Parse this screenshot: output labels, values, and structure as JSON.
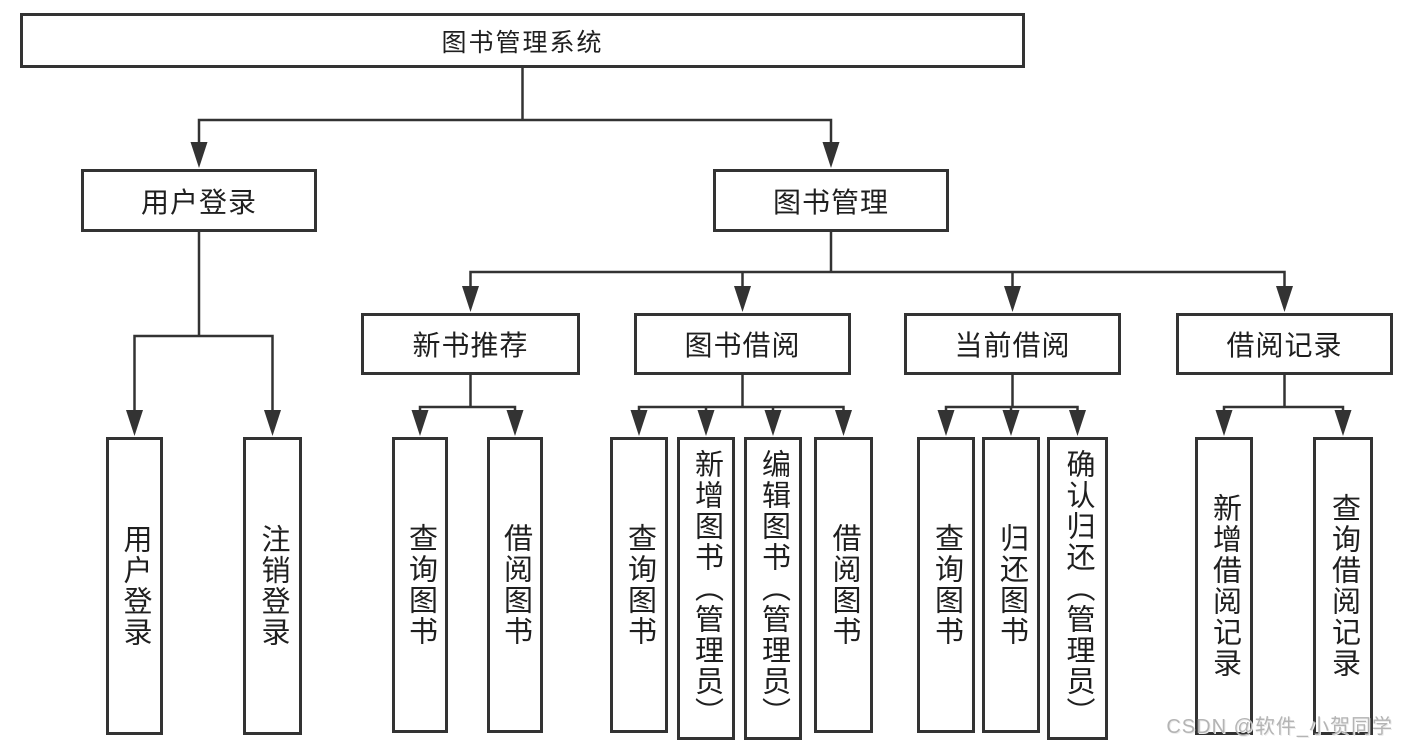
{
  "diagram": {
    "root": {
      "label": "图书管理系统"
    },
    "user_login": {
      "label": "用户登录",
      "children": [
        {
          "label": "用户登录"
        },
        {
          "label": "注销登录"
        }
      ]
    },
    "book_mgmt": {
      "label": "图书管理",
      "sections": [
        {
          "label": "新书推荐",
          "children": [
            {
              "label": "查询图书"
            },
            {
              "label": "借阅图书"
            }
          ]
        },
        {
          "label": "图书借阅",
          "children": [
            {
              "label": "查询图书"
            },
            {
              "label": "新增图书（管理员）"
            },
            {
              "label": "编辑图书（管理员）"
            },
            {
              "label": "借阅图书"
            }
          ]
        },
        {
          "label": "当前借阅",
          "children": [
            {
              "label": "查询图书"
            },
            {
              "label": "归还图书"
            },
            {
              "label": "确认归还（管理员）"
            }
          ]
        },
        {
          "label": "借阅记录",
          "children": [
            {
              "label": "新增借阅记录"
            },
            {
              "label": "查询借阅记录"
            }
          ]
        }
      ]
    }
  },
  "watermark": {
    "text": "CSDN @软件_小贺同学",
    "color": "#b4b4b4"
  },
  "colors": {
    "line": "#333333",
    "box_background": "#ffffff",
    "text": "#1f1f1f"
  }
}
